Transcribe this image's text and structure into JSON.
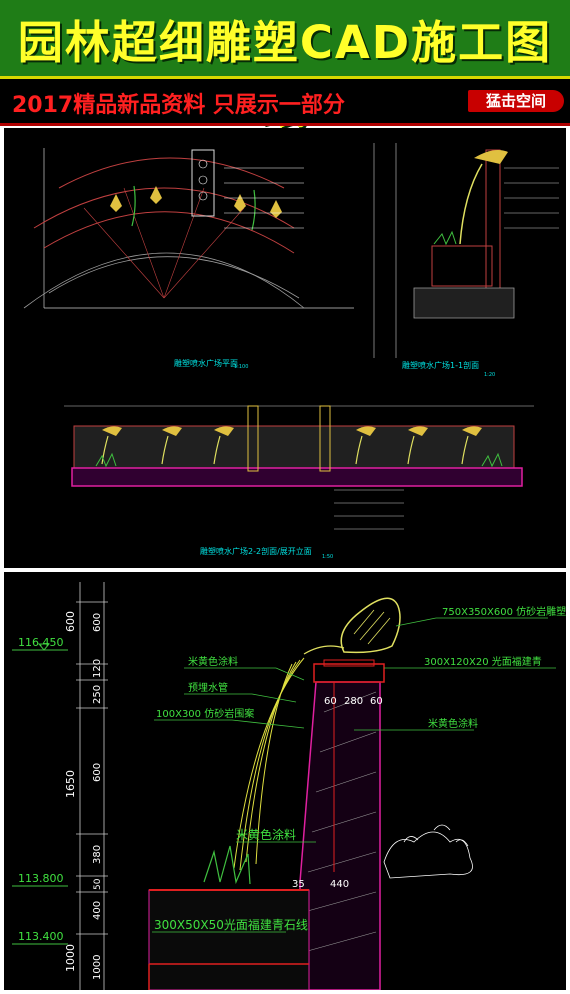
{
  "banner": {
    "title": "园林超细雕塑CAD施工图纸",
    "subtitle": "2017精品新品资料 只展示一部分",
    "brand": "猛击空间"
  },
  "drawing_top": {
    "plan_title": "雕塑喷水广场平面",
    "plan_scale": "1:100",
    "section_title": "雕塑喷水广场1-1剖面",
    "section_scale": "1:20",
    "elevation_title": "雕塑喷水广场2-2剖面/展开立面",
    "elevation_scale": "1:50"
  },
  "drawing_bottom": {
    "levels": [
      "116.450",
      "113.800",
      "113.400"
    ],
    "dims_outer": [
      "600",
      "1650",
      "1000"
    ],
    "dims_inner": [
      "600",
      "120",
      "250",
      "600",
      "380",
      "50",
      "400",
      "1000"
    ],
    "top_dims": [
      "60",
      "280",
      "60"
    ],
    "base_dims": [
      "35",
      "440"
    ],
    "labels": {
      "rock": "750X350X600 仿砂岩雕塑",
      "cap": "300X120X20 光面福建青",
      "paint1": "米黄色涂料",
      "pipe": "预埋水管",
      "planter": "100X300 仿砂岩围案",
      "paint2": "米黄色涂料",
      "paint3": "米黄色涂料",
      "stone": "300X50X50光面福建青石线"
    }
  }
}
